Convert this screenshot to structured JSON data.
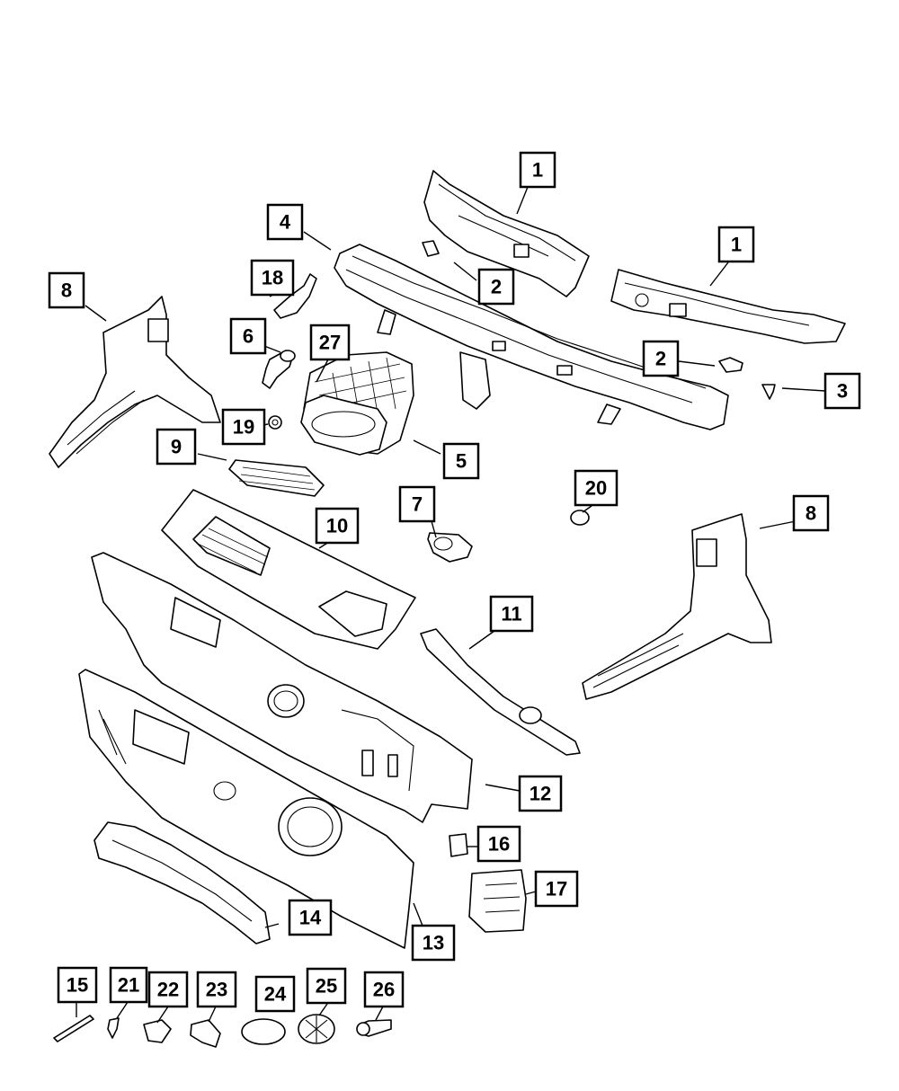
{
  "callouts": [
    {
      "label": "1"
    },
    {
      "label": "1"
    },
    {
      "label": "2"
    },
    {
      "label": "2"
    },
    {
      "label": "3"
    },
    {
      "label": "4"
    },
    {
      "label": "5"
    },
    {
      "label": "6"
    },
    {
      "label": "7"
    },
    {
      "label": "8"
    },
    {
      "label": "8"
    },
    {
      "label": "9"
    },
    {
      "label": "10"
    },
    {
      "label": "11"
    },
    {
      "label": "12"
    },
    {
      "label": "13"
    },
    {
      "label": "14"
    },
    {
      "label": "15"
    },
    {
      "label": "16"
    },
    {
      "label": "17"
    },
    {
      "label": "18"
    },
    {
      "label": "19"
    },
    {
      "label": "20"
    },
    {
      "label": "21"
    },
    {
      "label": "22"
    },
    {
      "label": "23"
    },
    {
      "label": "24"
    },
    {
      "label": "25"
    },
    {
      "label": "26"
    },
    {
      "label": "27"
    }
  ],
  "colors": {
    "line": "#000000",
    "background": "#ffffff"
  }
}
